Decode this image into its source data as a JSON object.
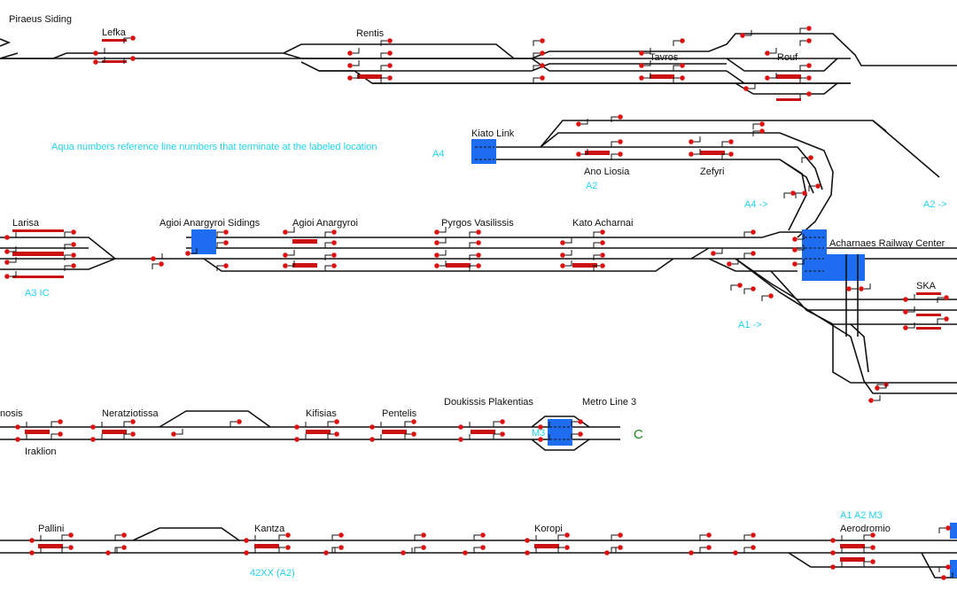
{
  "diagram": {
    "note": "Aqua numbers reference line numbers that terminate at the labeled location",
    "stations": {
      "piraeus_siding": "Piraeus Siding",
      "lefka": "Lefka",
      "rentis": "Rentis",
      "tavros": "Tavros",
      "rouf": "Rouf",
      "kiato_link": "Kiato Link",
      "ano_liosia": "Ano Liosia",
      "zefyri": "Zefyri",
      "larisa": "Larisa",
      "agioi_anargyroi_sidings": "Agioi Anargyroi Sidings",
      "agioi_anargyroi": "Agioi Anargyroi",
      "pyrgos_vasilissis": "Pyrgos Vasilissis",
      "kato_acharnai": "Kato Acharnai",
      "acharnaes_center": "Acharnaes Railway Center",
      "ska": "SKA",
      "nosis": "nosis",
      "neratziotissa": "Neratziotissa",
      "iraklion": "Iraklion",
      "kifisias": "Kifisias",
      "pentelis": "Pentelis",
      "doukissis": "Doukissis Plakentias",
      "metro_line_3": "Metro Line 3",
      "pallini": "Pallini",
      "kantza": "Kantza",
      "koropi": "Koropi",
      "aerodromio": "Aerodromio"
    },
    "aqua_labels": {
      "a4_kiato": "A4",
      "a2_ano": "A2",
      "a4_arrow": "A4 ->",
      "a2_arrow": "A2 ->",
      "a3_ic": "A3 IC",
      "a1_arrow": "A1 ->",
      "m3": "M3",
      "kantza_code": "42XX (A2)",
      "aerodromio_lines": "A1 A2 M3"
    },
    "terminal_letter": "C",
    "colors": {
      "platform": "#cc1111",
      "signal": "#dd1111",
      "station_block": "#1e6cf0",
      "aqua": "#22d3f0"
    }
  }
}
